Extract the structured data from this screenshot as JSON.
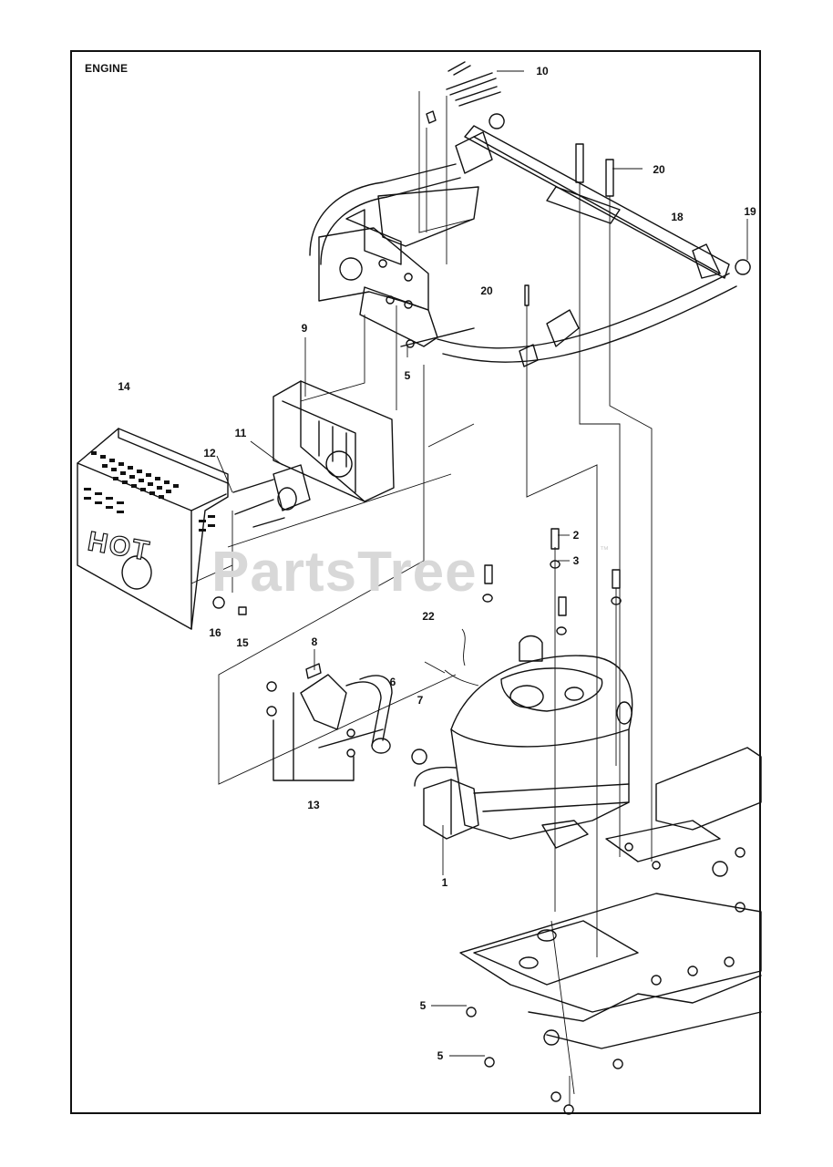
{
  "title": "ENGINE",
  "watermark": {
    "text": "PartsTree",
    "trademark": "™"
  },
  "labels": {
    "hot_decal": "HOT"
  },
  "callouts": [
    "10",
    "20",
    "18",
    "19",
    "20",
    "9",
    "5",
    "14",
    "11",
    "12",
    "2",
    "3",
    "22",
    "16",
    "15",
    "8",
    "6",
    "7",
    "13",
    "1",
    "5",
    "5"
  ]
}
